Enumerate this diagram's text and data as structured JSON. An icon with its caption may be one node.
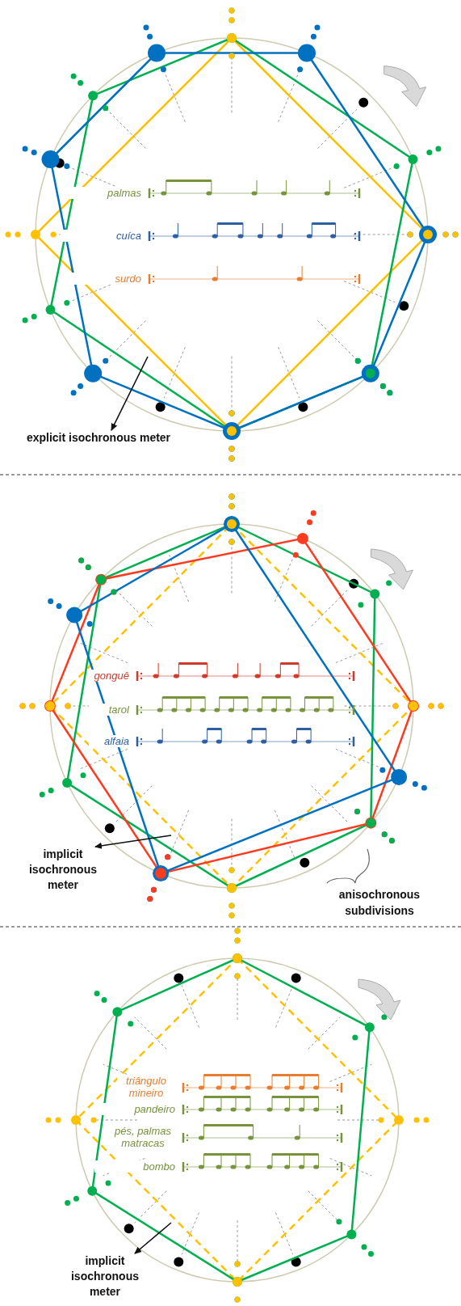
{
  "diagram": {
    "nodes": [
      {
        "text": [
          "explicit isochronous meter"
        ]
      },
      {
        "text": [
          "implicit isochronous meter"
        ]
      },
      {
        "text": [
          "implicit isochronous meter"
        ]
      }
    ],
    "edges": [
      {
        "from": null,
        "to": 0,
        "arrow": "to"
      },
      {
        "from": null,
        "to": 1,
        "arrow": "to"
      },
      {
        "from": null,
        "to": 2,
        "arrow": "to"
      }
    ],
    "labels": [
      "palmas",
      "cuíca",
      "surdo",
      "gonguê",
      "tarol",
      "alfaia",
      "triângulo mineiro",
      "pandeiro",
      "pés, palmas matracas",
      "bombo",
      "anisochronous subdivisions"
    ]
  }
}
